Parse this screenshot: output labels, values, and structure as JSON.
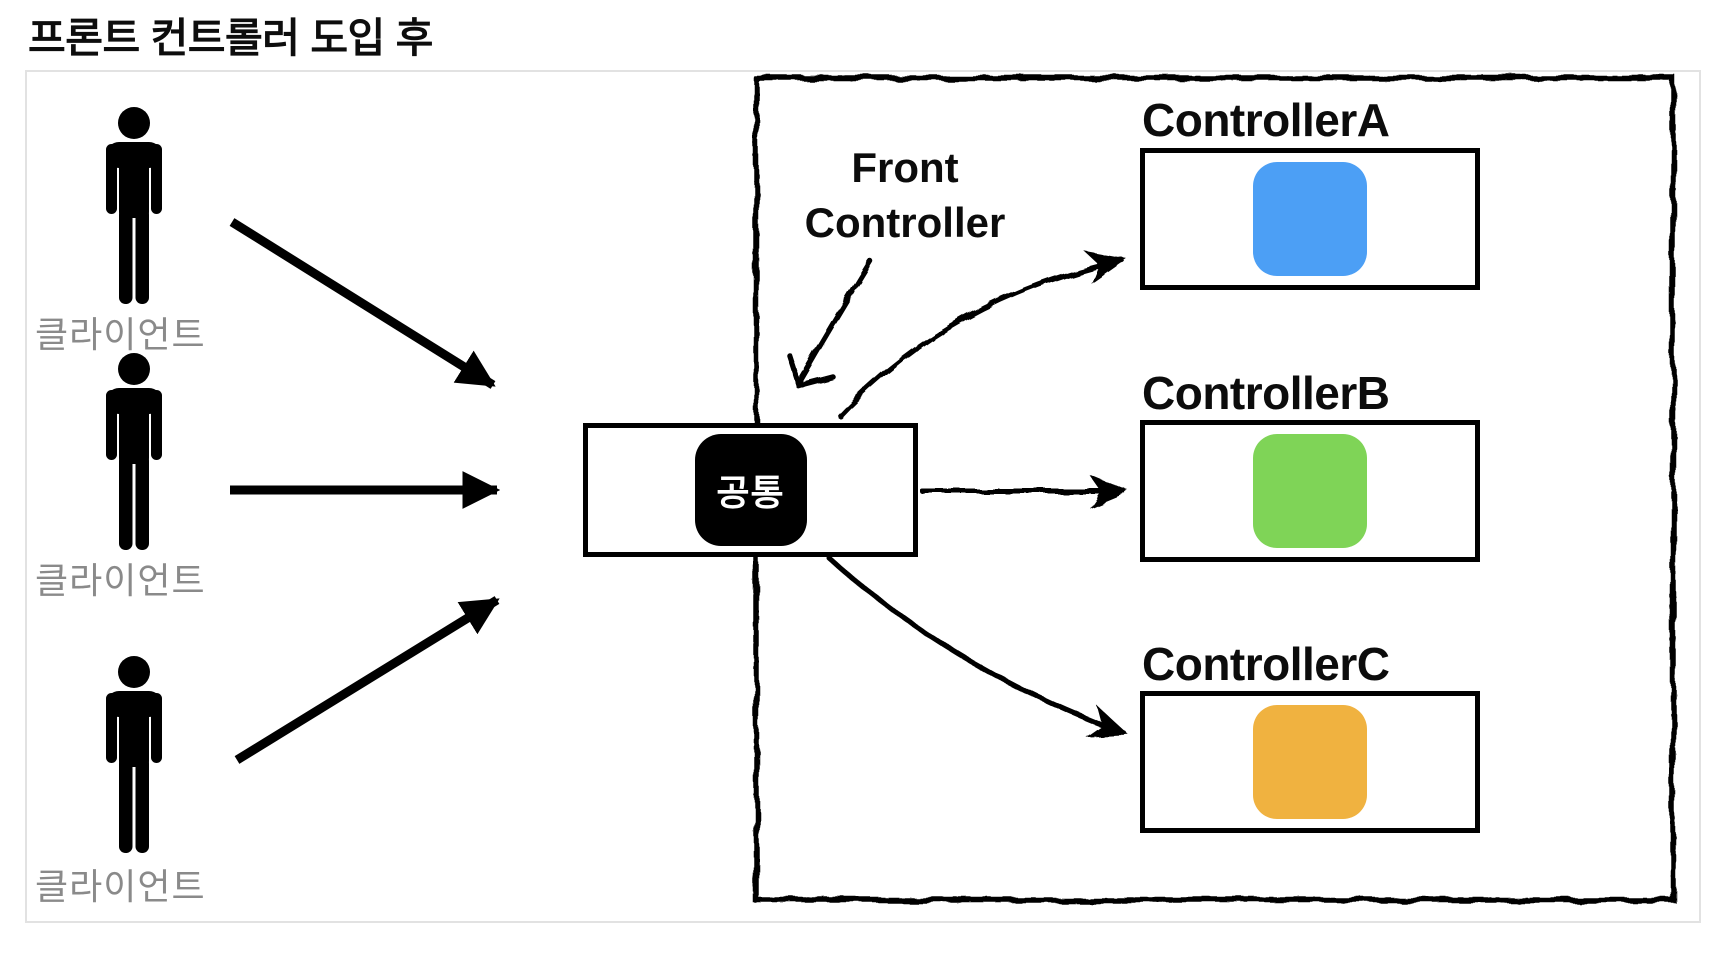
{
  "title": "프론트 컨트롤러 도입 후",
  "diagram": {
    "clients": [
      {
        "label": "클라이언트"
      },
      {
        "label": "클라이언트"
      },
      {
        "label": "클라이언트"
      }
    ],
    "front_controller": {
      "annotation": "Front Controller",
      "box_label": "공통"
    },
    "controllers": [
      {
        "label": "ControllerA",
        "color": "#4C9FF5"
      },
      {
        "label": "ControllerB",
        "color": "#7FD457"
      },
      {
        "label": "ControllerC",
        "color": "#F0B240"
      }
    ],
    "colors": {
      "line_black": "#000000",
      "client_label_gray": "#8a8a8a",
      "frame_border_gray": "#e2e2e2"
    }
  }
}
